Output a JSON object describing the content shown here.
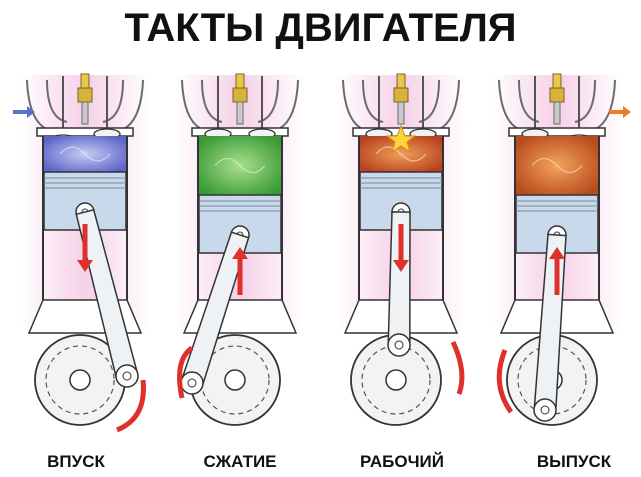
{
  "title": "ТАКТЫ ДВИГАТЕЛЯ",
  "strokes": [
    {
      "label": "ВПУСК",
      "gas": "fuel-air mixture",
      "gas_color": "#6f78d6",
      "piston": "down",
      "valves": "intake-open",
      "flow_arrow": "in",
      "spark": false
    },
    {
      "label": "СЖАТИЕ",
      "gas": "compressed mixture",
      "gas_color": "#4fb34a",
      "piston": "up",
      "valves": "closed",
      "flow_arrow": "none",
      "spark": false
    },
    {
      "label": "РАБОЧИЙ",
      "gas": "combustion",
      "gas_color": "#c9562a",
      "piston": "down",
      "valves": "closed",
      "flow_arrow": "none",
      "spark": true
    },
    {
      "label": "ВЫПУСК",
      "gas": "exhaust gases",
      "gas_color": "#cf6a2b",
      "piston": "up",
      "valves": "exhaust-open",
      "flow_arrow": "out",
      "spark": false
    }
  ],
  "colors": {
    "arrow": "#e0302c",
    "intake_arrow": "#5b73c7",
    "exhaust_arrow": "#f07c1e",
    "glow": "#f4c8e4",
    "cylinder": "#c7d9ea",
    "metal": "#dfe6ea"
  }
}
